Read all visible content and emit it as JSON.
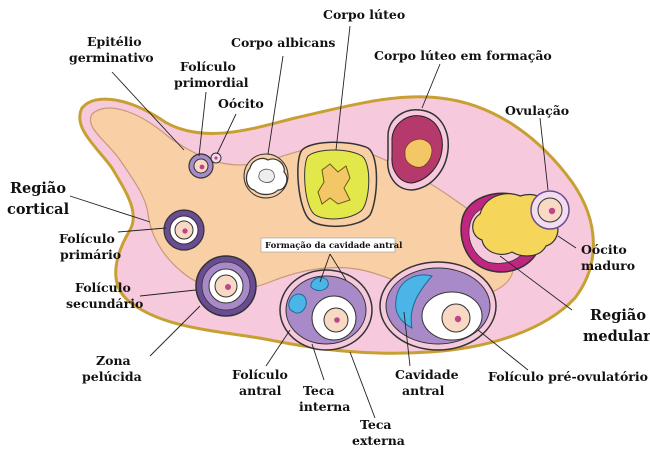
{
  "labels": {
    "epitelio_line1": "Epitélio",
    "epitelio_line2": "germinativo",
    "foliculo_primordial_line1": "Folículo",
    "foliculo_primordial_line2": "primordial",
    "oocito": "Oócito",
    "corpo_albicans": "Corpo albicans",
    "corpo_luteo": "Corpo lúteo",
    "corpo_luteo_formacao": "Corpo lúteo em formação",
    "ovulacao": "Ovulação",
    "regiao_cortical_line1": "Região",
    "regiao_cortical_line2": "cortical",
    "foliculo_primario_line1": "Folículo",
    "foliculo_primario_line2": "primário",
    "formacao_cavidade_antral": "Formação da cavidade antral",
    "oocito_maduro_line1": "Oócito",
    "oocito_maduro_line2": "maduro",
    "foliculo_secundario_line1": "Folículo",
    "foliculo_secundario_line2": "secundário",
    "regiao_medular_line1": "Região",
    "regiao_medular_line2": "medular",
    "zona_pelucida_line1": "Zona",
    "zona_pelucida_line2": "pelúcida",
    "foliculo_antral_line1": "Folículo",
    "foliculo_antral_line2": "antral",
    "teca_interna_line1": "Teca",
    "teca_interna_line2": "interna",
    "teca_externa_line1": "Teca",
    "teca_externa_line2": "externa",
    "cavidade_antral_line1": "Cavidade",
    "cavidade_antral_line2": "antral",
    "foliculo_pre_ovulatorio": "Folículo pré-ovulatório"
  },
  "colors": {
    "ovary_outline": "#c8a032",
    "cortex_fill": "#f6c9dc",
    "medulla_fill": "#f9cfa6",
    "theca_fill": "#a98ac8",
    "granulosa_fill": "#f3dcef",
    "oocyte_fill": "#f7d9c4",
    "nucleus_fill": "#c0448c",
    "antrum_fill": "#4ab5e6",
    "corpus_luteum_fill": "#e2e84a",
    "corpus_luteum_inner": "#f4c766",
    "forming_cl_fill": "#b53a6b",
    "ovulation_fluid": "#f5d55a",
    "ruptured_follicle": "#c02680"
  }
}
